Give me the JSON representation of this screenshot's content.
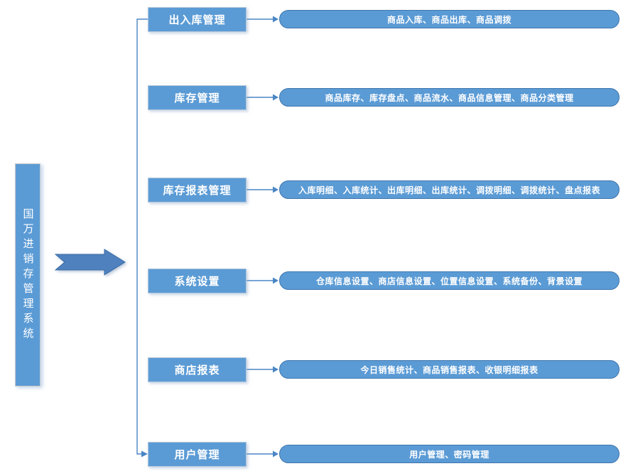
{
  "diagram": {
    "root": {
      "label": "国万进销存管理系统"
    },
    "rows": [
      {
        "label": "出入库管理",
        "items": "商品入库、商品出库、商品调拨"
      },
      {
        "label": "库存管理",
        "items": "商品库存、库存盘点、商品流水、商品信息管理、商品分类管理"
      },
      {
        "label": "库存报表管理",
        "items": "入库明细、入库统计、出库明细、出库统计、调拨明细、调拨统计、盘点报表"
      },
      {
        "label": "系统设置",
        "items": "仓库信息设置、商店信息设置、位置信息设置、系统备份、背景设置"
      },
      {
        "label": "商店报表",
        "items": "今日销售统计、商品销售报表、收银明细报表"
      },
      {
        "label": "用户管理",
        "items": "用户管理、密码管理"
      }
    ],
    "colors": {
      "shape_fill": "#5B9BD5",
      "node_border": "#B3C6DB",
      "pill_border": "#3E76AE",
      "connector": "#4A86C5",
      "arrow_fill": "#4E81BD",
      "arrow_border": "#3B6CA5",
      "text": "#FFFFFF",
      "root_border": "#C9C9C9"
    }
  }
}
